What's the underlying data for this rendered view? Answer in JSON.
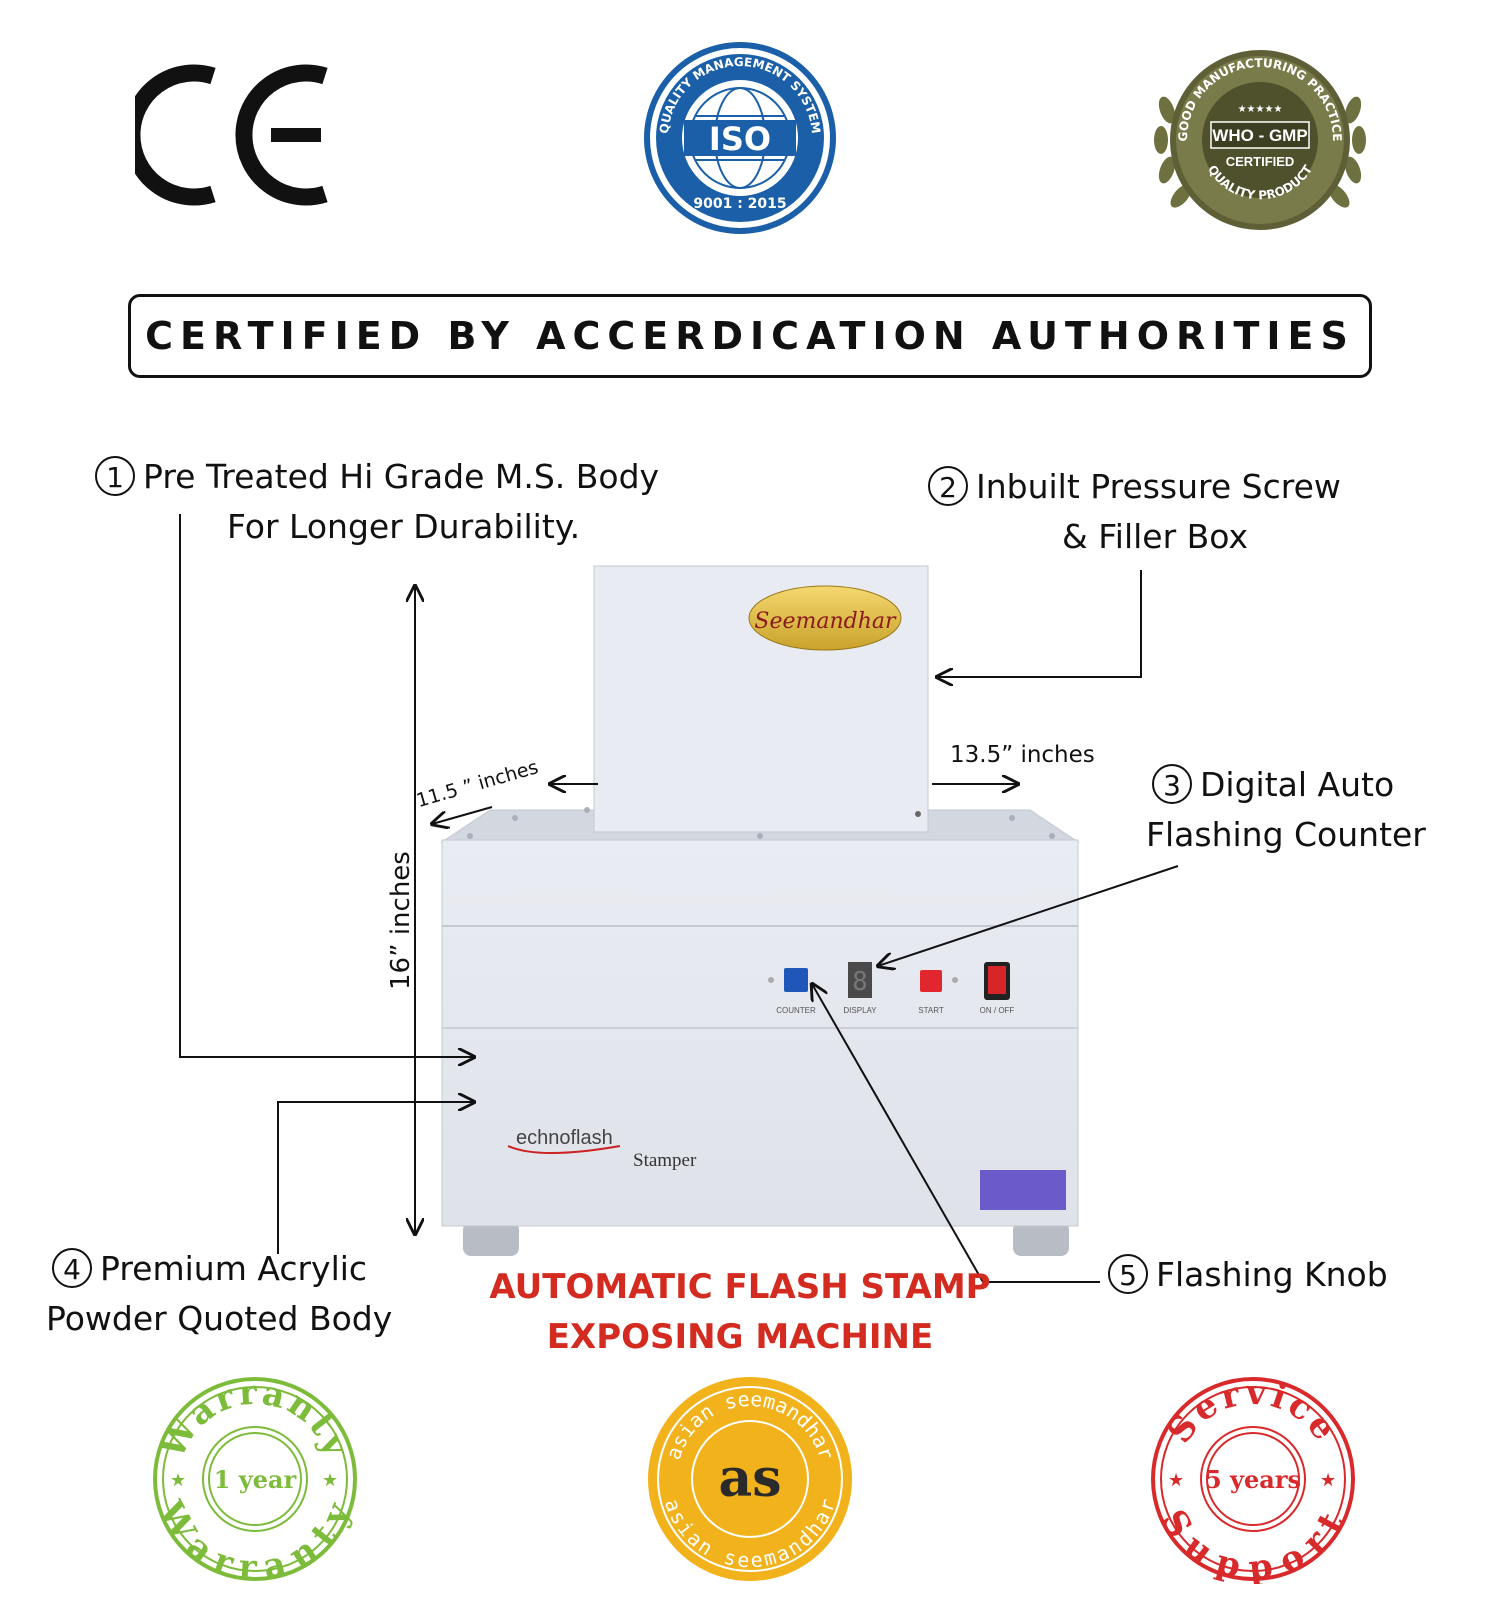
{
  "certifications": {
    "ce_mark": "CE",
    "iso": {
      "arc_top": "QUALITY MANAGEMENT SYSTEM",
      "center": "ISO",
      "bottom": "9001 : 2015"
    },
    "gmp": {
      "arc_top": "GOOD MANUFACTURING PRACTICE",
      "center_line1": "WHO - GMP",
      "center_line2": "CERTIFIED",
      "arc_bottom": "QUALITY PRODUCT",
      "stars": "★★★★★"
    }
  },
  "banner": {
    "text": "CERTIFIED BY ACCERDICATION AUTHORITIES"
  },
  "features": [
    {
      "number": "1",
      "line1": "Pre Treated Hi Grade M.S. Body",
      "line2": "For Longer Durability."
    },
    {
      "number": "2",
      "line1": "Inbuilt Pressure Screw",
      "line2": "& Filler Box"
    },
    {
      "number": "3",
      "line1": "Digital Auto",
      "line2": "Flashing Counter"
    },
    {
      "number": "4",
      "line1": "Premium Acrylic",
      "line2": "Powder Quoted Body"
    },
    {
      "number": "5",
      "line1": "Flashing Knob"
    }
  ],
  "dimensions": {
    "height": "16” inches",
    "depth": "11.5 ” inches",
    "width": "13.5” inches"
  },
  "machine": {
    "top_logo": "Seemandhar",
    "brand_main": "echnoflash",
    "brand_sub": "Stamper",
    "controls": [
      "COUNTER",
      "DISPLAY",
      "START",
      "ON / OFF"
    ]
  },
  "title": {
    "line1": "AUTOMATIC FLASH STAMP",
    "line2": "EXPOSING MACHINE"
  },
  "badges": {
    "warranty": {
      "arc": "Warranty",
      "center": "1 year",
      "color": "#7dbb3a"
    },
    "brand": {
      "arc": "asian seemandhar",
      "center": "as",
      "color": "#f2b21b"
    },
    "service": {
      "arc_top": "Service",
      "arc_bottom": "Support",
      "center": "5 years",
      "color": "#d8292b"
    }
  }
}
